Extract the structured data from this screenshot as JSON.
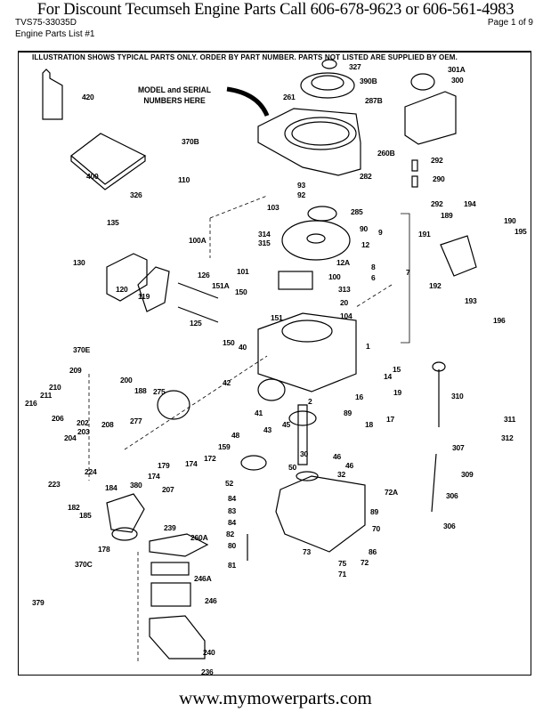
{
  "header": {
    "title": "For  Discount Tecumseh Engine Parts Call 606-678-9623 or 606-561-4983",
    "model": "TVS75-33035D",
    "page": "Page 1 of 9",
    "list": "Engine Parts List #1"
  },
  "diagram": {
    "banner": "ILLUSTRATION SHOWS TYPICAL PARTS ONLY. ORDER BY PART NUMBER. PARTS NOT LISTED ARE SUPPLIED BY OEM.",
    "model_note_line1": "MODEL and SERIAL",
    "model_note_line2": "NUMBERS HERE",
    "parts": [
      "327",
      "390B",
      "301A",
      "300",
      "261",
      "287B",
      "420",
      "370B",
      "260B",
      "400",
      "292",
      "282",
      "110",
      "93",
      "92",
      "290",
      "326",
      "292",
      "285",
      "103",
      "194",
      "189",
      "190",
      "135",
      "9",
      "12",
      "90",
      "100A",
      "314",
      "315",
      "191",
      "195",
      "130",
      "12A",
      "8",
      "7",
      "6",
      "126",
      "101",
      "151A",
      "150",
      "100",
      "313",
      "192",
      "120",
      "119",
      "125",
      "20",
      "104",
      "151",
      "193",
      "196",
      "150",
      "40",
      "1",
      "370E",
      "42",
      "209",
      "200",
      "14",
      "15",
      "19",
      "188",
      "210",
      "275",
      "211",
      "216",
      "310",
      "16",
      "2",
      "89",
      "206",
      "202",
      "208",
      "17",
      "18",
      "41",
      "45",
      "277",
      "311",
      "204",
      "203",
      "43",
      "48",
      "312",
      "30",
      "46",
      "46",
      "50",
      "307",
      "159",
      "179",
      "174",
      "172",
      "174",
      "309",
      "52",
      "32",
      "224",
      "223",
      "306",
      "72A",
      "182",
      "184",
      "380",
      "207",
      "84",
      "83",
      "185",
      "89",
      "84",
      "82",
      "239",
      "70",
      "260A",
      "306",
      "178",
      "80",
      "86",
      "73",
      "370C",
      "81",
      "75",
      "72",
      "71",
      "246A",
      "379",
      "246",
      "240",
      "236"
    ]
  },
  "footer": {
    "url": "www.mymowerparts.com"
  }
}
